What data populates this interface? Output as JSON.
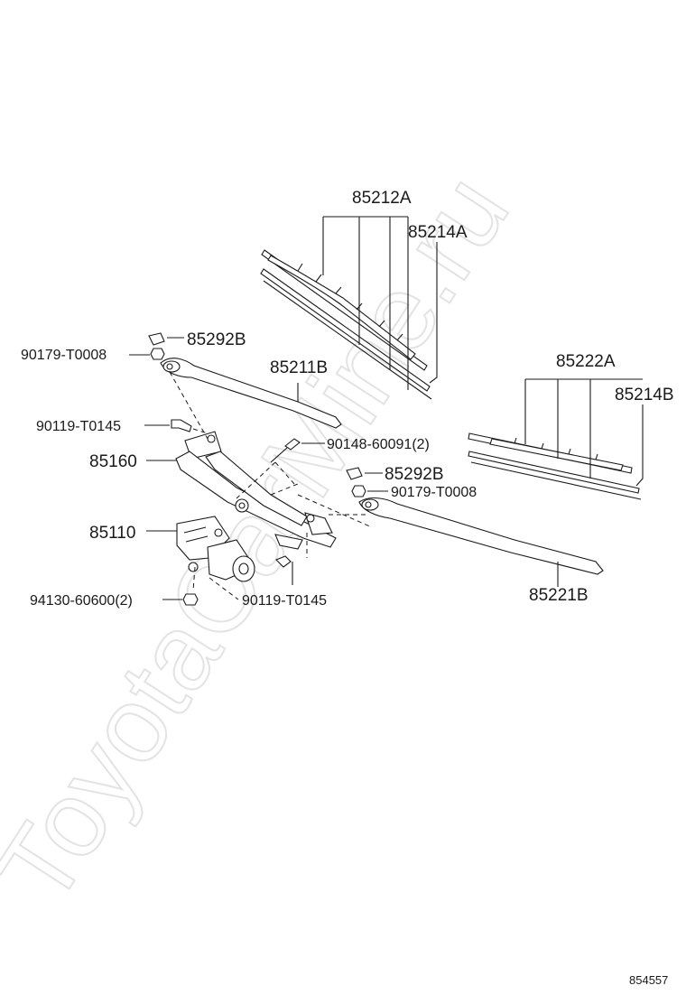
{
  "watermark": "ToyotaCarMine.ru",
  "figure_id": "854557",
  "labels": {
    "p85212A": "85212A",
    "p85214A": "85214A",
    "p85292B_left": "85292B",
    "p90179_left": "90179-T0008",
    "p85211B": "85211B",
    "p90119_upper": "90119-T0145",
    "p90148": "90148-60091(2)",
    "p85160": "85160",
    "p85292B_right": "85292B",
    "p90179_right": "90179-T0008",
    "p85110": "85110",
    "p94130": "94130-60600(2)",
    "p90119_lower": "90119-T0145",
    "p85222A": "85222A",
    "p85214B": "85214B",
    "p85221B": "85221B"
  }
}
